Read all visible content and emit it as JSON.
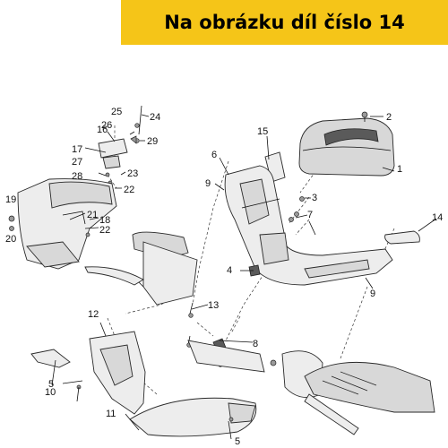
{
  "banner": {
    "text": "Na obrázku díl číslo 14",
    "bg_color": "#f5c518"
  },
  "callouts": [
    "1",
    "2",
    "3",
    "4",
    "5",
    "5",
    "6",
    "7",
    "8",
    "9",
    "9",
    "10",
    "11",
    "12",
    "13",
    "14",
    "15",
    "16",
    "17",
    "18",
    "19",
    "20",
    "21",
    "22",
    "22",
    "23",
    "24",
    "25",
    "26",
    "27",
    "28",
    "29"
  ],
  "icons": [
    "exploded-parts-diagram",
    "handlebar-cover",
    "headlight-housing",
    "grip",
    "brake-lever",
    "screw"
  ]
}
